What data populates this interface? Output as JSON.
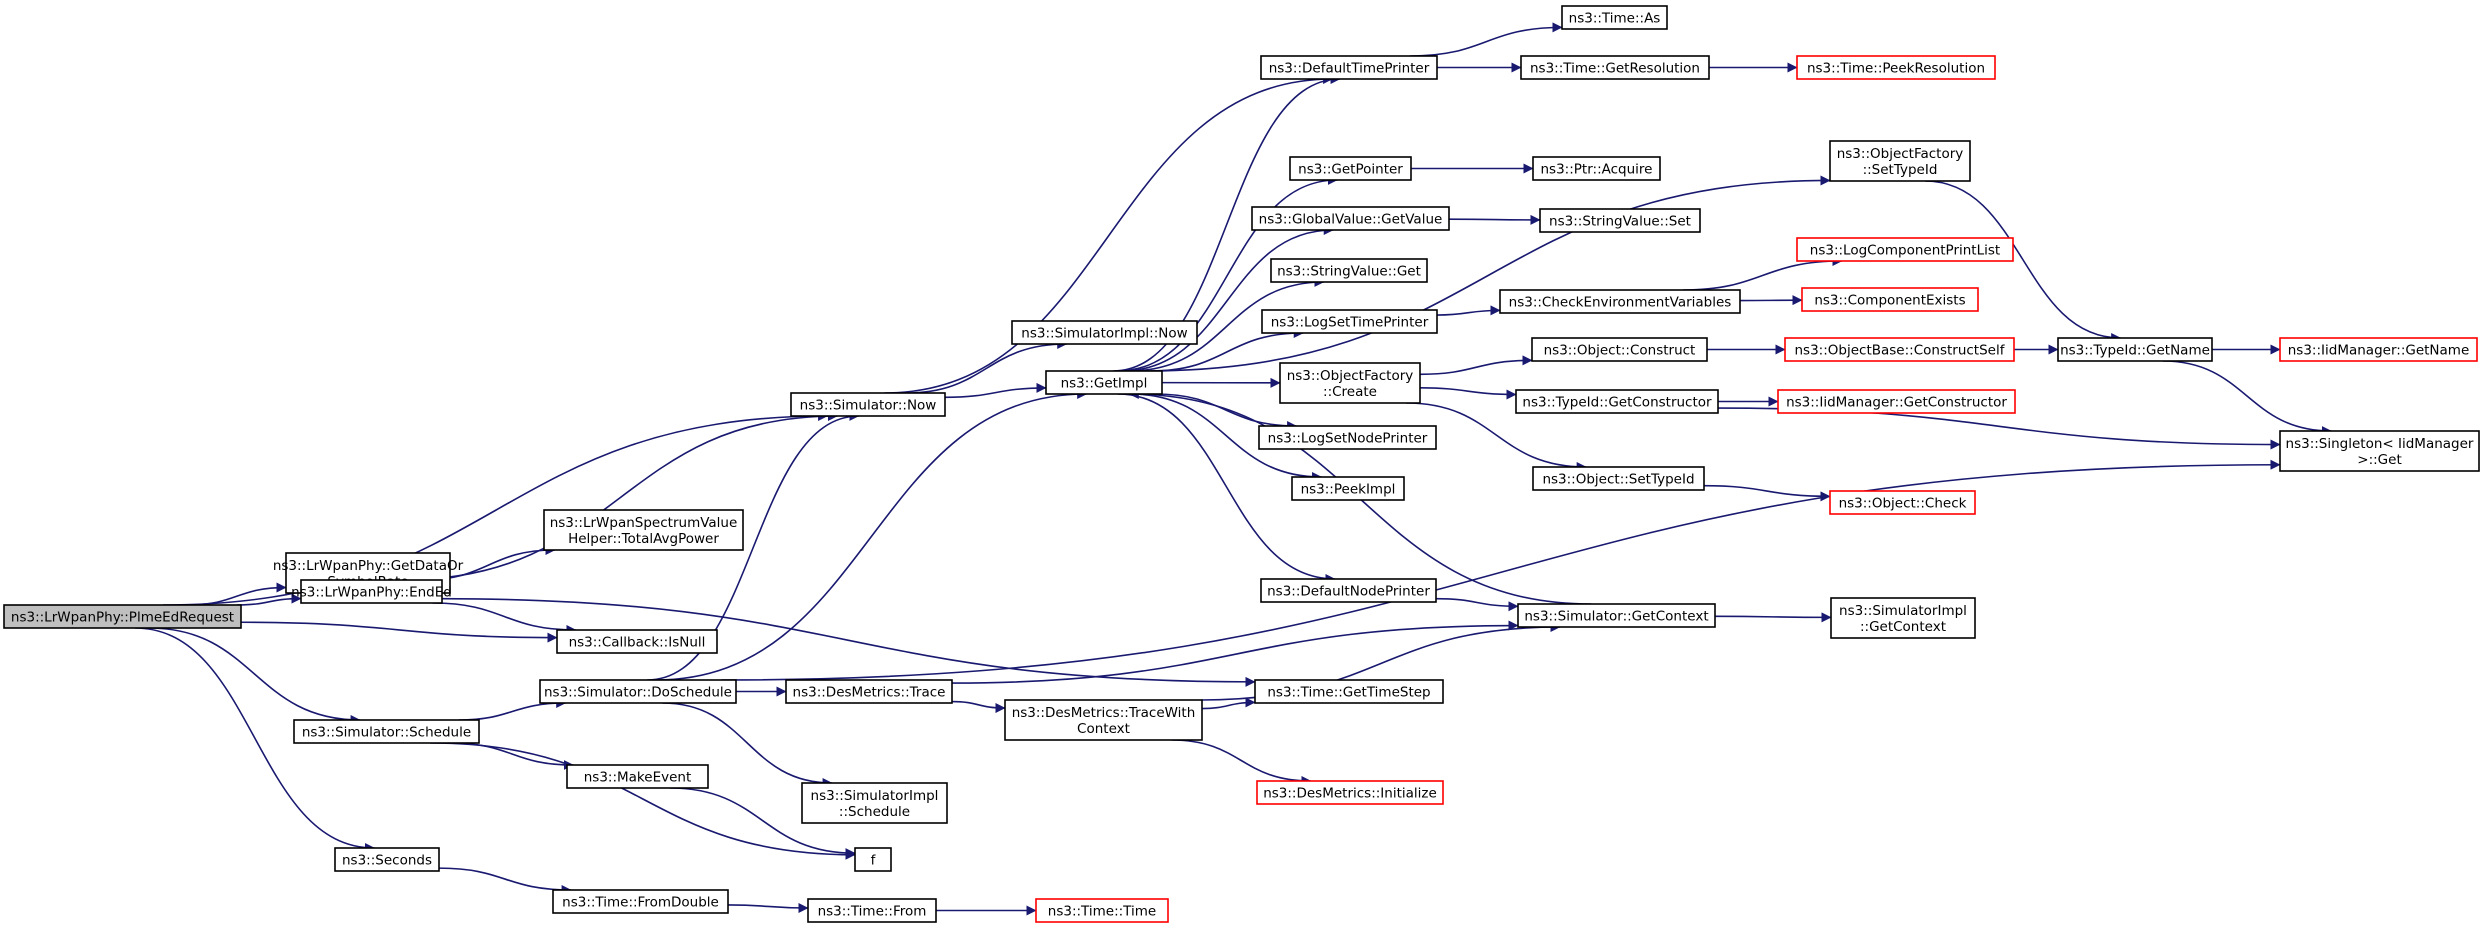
{
  "diagram": {
    "nodes": [
      {
        "id": "root",
        "lines": [
          "ns3::LrWpanPhy::PlmeEdRequest"
        ],
        "style": "root"
      },
      {
        "id": "getdata",
        "lines": [
          "ns3::LrWpanPhy::GetDataOr",
          "SymbolRate"
        ],
        "style": "normal"
      },
      {
        "id": "ended",
        "lines": [
          "ns3::LrWpanPhy::EndEd"
        ],
        "style": "normal"
      },
      {
        "id": "schedule",
        "lines": [
          "ns3::Simulator::Schedule"
        ],
        "style": "normal"
      },
      {
        "id": "seconds",
        "lines": [
          "ns3::Seconds"
        ],
        "style": "normal"
      },
      {
        "id": "now",
        "lines": [
          "ns3::Simulator::Now"
        ],
        "style": "normal"
      },
      {
        "id": "totalavg",
        "lines": [
          "ns3::LrWpanSpectrumValue",
          "Helper::TotalAvgPower"
        ],
        "style": "normal"
      },
      {
        "id": "isnull",
        "lines": [
          "ns3::Callback::IsNull"
        ],
        "style": "normal"
      },
      {
        "id": "doschedule",
        "lines": [
          "ns3::Simulator::DoSchedule"
        ],
        "style": "normal"
      },
      {
        "id": "makeevent",
        "lines": [
          "ns3::MakeEvent"
        ],
        "style": "normal"
      },
      {
        "id": "f",
        "lines": [
          "f"
        ],
        "style": "normal"
      },
      {
        "id": "fromdouble",
        "lines": [
          "ns3::Time::FromDouble"
        ],
        "style": "normal"
      },
      {
        "id": "simimplnow",
        "lines": [
          "ns3::SimulatorImpl::Now"
        ],
        "style": "normal"
      },
      {
        "id": "getimpl",
        "lines": [
          "ns3::GetImpl"
        ],
        "style": "normal"
      },
      {
        "id": "trace",
        "lines": [
          "ns3::DesMetrics::Trace"
        ],
        "style": "normal"
      },
      {
        "id": "simimplschedule",
        "lines": [
          "ns3::SimulatorImpl",
          "::Schedule"
        ],
        "style": "normal"
      },
      {
        "id": "from",
        "lines": [
          "ns3::Time::From"
        ],
        "style": "normal"
      },
      {
        "id": "time",
        "lines": [
          "ns3::Time::Time"
        ],
        "style": "red"
      },
      {
        "id": "defaulttimeprinter",
        "lines": [
          "ns3::DefaultTimePrinter"
        ],
        "style": "normal"
      },
      {
        "id": "getpointer",
        "lines": [
          "ns3::GetPointer"
        ],
        "style": "normal"
      },
      {
        "id": "globalvalue",
        "lines": [
          "ns3::GlobalValue::GetValue"
        ],
        "style": "normal"
      },
      {
        "id": "stringvalueget",
        "lines": [
          "ns3::StringValue::Get"
        ],
        "style": "normal"
      },
      {
        "id": "logsettimeprinter",
        "lines": [
          "ns3::LogSetTimePrinter"
        ],
        "style": "normal"
      },
      {
        "id": "ofcreate",
        "lines": [
          "ns3::ObjectFactory",
          "::Create"
        ],
        "style": "normal"
      },
      {
        "id": "logsetnodeprinter",
        "lines": [
          "ns3::LogSetNodePrinter"
        ],
        "style": "normal"
      },
      {
        "id": "peekimpl",
        "lines": [
          "ns3::PeekImpl"
        ],
        "style": "normal"
      },
      {
        "id": "defaultnodeprinter",
        "lines": [
          "ns3::DefaultNodePrinter"
        ],
        "style": "normal"
      },
      {
        "id": "tracewithcontext",
        "lines": [
          "ns3::DesMetrics::TraceWith",
          "Context"
        ],
        "style": "normal"
      },
      {
        "id": "desinit",
        "lines": [
          "ns3::DesMetrics::Initialize"
        ],
        "style": "red"
      },
      {
        "id": "timeas",
        "lines": [
          "ns3::Time::As"
        ],
        "style": "normal"
      },
      {
        "id": "getresolution",
        "lines": [
          "ns3::Time::GetResolution"
        ],
        "style": "normal"
      },
      {
        "id": "ptracquire",
        "lines": [
          "ns3::Ptr::Acquire"
        ],
        "style": "normal"
      },
      {
        "id": "stringvalueset",
        "lines": [
          "ns3::StringValue::Set"
        ],
        "style": "normal"
      },
      {
        "id": "checkenv",
        "lines": [
          "ns3::CheckEnvironmentVariables"
        ],
        "style": "normal"
      },
      {
        "id": "objconstruct",
        "lines": [
          "ns3::Object::Construct"
        ],
        "style": "normal"
      },
      {
        "id": "typeidgetctor",
        "lines": [
          "ns3::TypeId::GetConstructor"
        ],
        "style": "normal"
      },
      {
        "id": "objsettypeid",
        "lines": [
          "ns3::Object::SetTypeId"
        ],
        "style": "normal"
      },
      {
        "id": "getcontext",
        "lines": [
          "ns3::Simulator::GetContext"
        ],
        "style": "normal"
      },
      {
        "id": "gettimestep",
        "lines": [
          "ns3::Time::GetTimeStep"
        ],
        "style": "normal"
      },
      {
        "id": "peekresolution",
        "lines": [
          "ns3::Time::PeekResolution"
        ],
        "style": "red"
      },
      {
        "id": "ofsettypeid",
        "lines": [
          "ns3::ObjectFactory",
          "::SetTypeId"
        ],
        "style": "normal"
      },
      {
        "id": "logcomplist",
        "lines": [
          "ns3::LogComponentPrintList"
        ],
        "style": "red"
      },
      {
        "id": "compexists",
        "lines": [
          "ns3::ComponentExists"
        ],
        "style": "red"
      },
      {
        "id": "constructself",
        "lines": [
          "ns3::ObjectBase::ConstructSelf"
        ],
        "style": "red"
      },
      {
        "id": "iidgetctor",
        "lines": [
          "ns3::IidManager::GetConstructor"
        ],
        "style": "red"
      },
      {
        "id": "objcheck",
        "lines": [
          "ns3::Object::Check"
        ],
        "style": "red"
      },
      {
        "id": "simimplgetcontext",
        "lines": [
          "ns3::SimulatorImpl",
          "::GetContext"
        ],
        "style": "normal"
      },
      {
        "id": "typeidgetname",
        "lines": [
          "ns3::TypeId::GetName"
        ],
        "style": "normal"
      },
      {
        "id": "iidgetname",
        "lines": [
          "ns3::IidManager::GetName"
        ],
        "style": "red"
      },
      {
        "id": "singleton",
        "lines": [
          "ns3::Singleton< IidManager",
          ">::Get"
        ],
        "style": "normal"
      }
    ],
    "edges": [
      [
        "root",
        "now"
      ],
      [
        "root",
        "getdata"
      ],
      [
        "root",
        "ended"
      ],
      [
        "root",
        "isnull"
      ],
      [
        "root",
        "schedule"
      ],
      [
        "root",
        "seconds"
      ],
      [
        "ended",
        "now"
      ],
      [
        "ended",
        "totalavg"
      ],
      [
        "ended",
        "isnull"
      ],
      [
        "ended",
        "gettimestep"
      ],
      [
        "schedule",
        "doschedule"
      ],
      [
        "schedule",
        "makeevent"
      ],
      [
        "schedule",
        "f"
      ],
      [
        "seconds",
        "fromdouble"
      ],
      [
        "now",
        "defaulttimeprinter"
      ],
      [
        "now",
        "simimplnow"
      ],
      [
        "now",
        "getimpl"
      ],
      [
        "doschedule",
        "now"
      ],
      [
        "doschedule",
        "getimpl"
      ],
      [
        "doschedule",
        "trace"
      ],
      [
        "doschedule",
        "simimplschedule"
      ],
      [
        "doschedule",
        "singleton"
      ],
      [
        "makeevent",
        "f"
      ],
      [
        "fromdouble",
        "from"
      ],
      [
        "from",
        "time"
      ],
      [
        "getimpl",
        "defaulttimeprinter"
      ],
      [
        "getimpl",
        "ofsettypeid"
      ],
      [
        "getimpl",
        "getpointer"
      ],
      [
        "getimpl",
        "globalvalue"
      ],
      [
        "getimpl",
        "stringvalueget"
      ],
      [
        "getimpl",
        "logsettimeprinter"
      ],
      [
        "getimpl",
        "ofcreate"
      ],
      [
        "getimpl",
        "logsetnodeprinter"
      ],
      [
        "getimpl",
        "peekimpl"
      ],
      [
        "getimpl",
        "defaultnodeprinter"
      ],
      [
        "trace",
        "getcontext"
      ],
      [
        "trace",
        "tracewithcontext"
      ],
      [
        "tracewithcontext",
        "gettimestep"
      ],
      [
        "tracewithcontext",
        "getcontext"
      ],
      [
        "tracewithcontext",
        "desinit"
      ],
      [
        "defaulttimeprinter",
        "timeas"
      ],
      [
        "defaulttimeprinter",
        "getresolution"
      ],
      [
        "getresolution",
        "peekresolution"
      ],
      [
        "getpointer",
        "ptracquire"
      ],
      [
        "globalvalue",
        "stringvalueset"
      ],
      [
        "logsettimeprinter",
        "checkenv"
      ],
      [
        "checkenv",
        "logcomplist"
      ],
      [
        "checkenv",
        "compexists"
      ],
      [
        "ofcreate",
        "objconstruct"
      ],
      [
        "ofcreate",
        "typeidgetctor"
      ],
      [
        "ofcreate",
        "objsettypeid"
      ],
      [
        "objconstruct",
        "constructself"
      ],
      [
        "constructself",
        "typeidgetname"
      ],
      [
        "typeidgetctor",
        "iidgetctor"
      ],
      [
        "typeidgetctor",
        "singleton"
      ],
      [
        "objsettypeid",
        "objcheck"
      ],
      [
        "defaultnodeprinter",
        "getcontext"
      ],
      [
        "getcontext",
        "getimpl"
      ],
      [
        "getcontext",
        "simimplgetcontext"
      ],
      [
        "ofsettypeid",
        "typeidgetname"
      ],
      [
        "typeidgetname",
        "iidgetname"
      ],
      [
        "typeidgetname",
        "singleton"
      ]
    ]
  }
}
